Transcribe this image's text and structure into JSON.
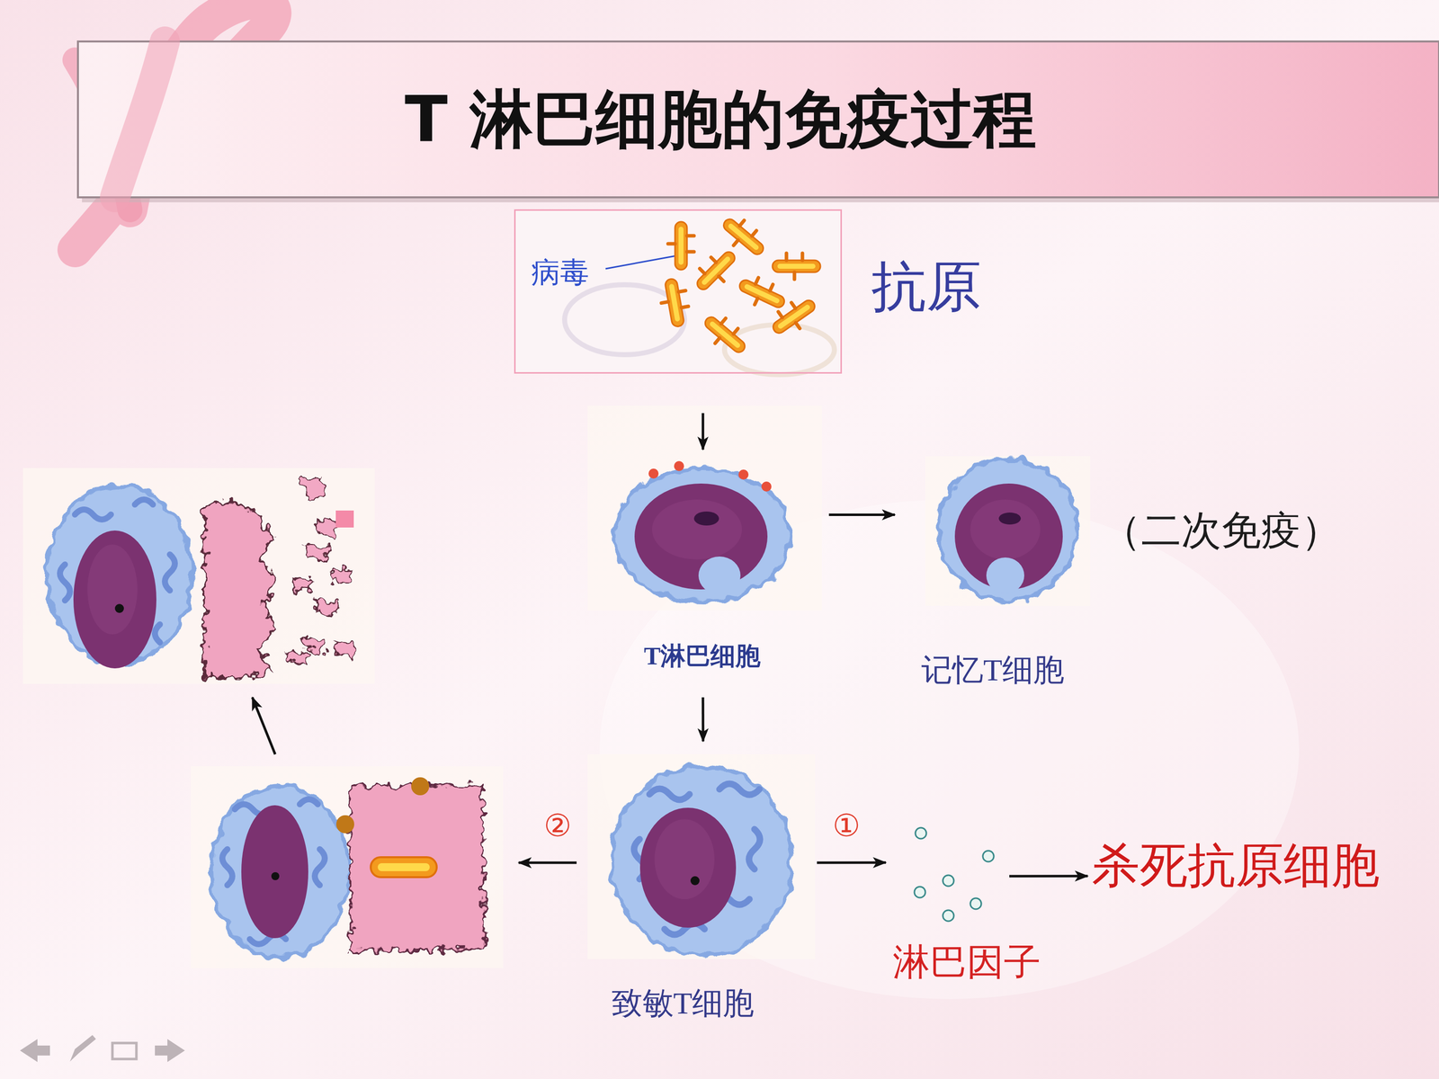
{
  "diagram": {
    "title": "T 淋巴细胞的免疫过程",
    "nodes": [
      {
        "text": [
          "病毒",
          "抗原"
        ]
      },
      {
        "text": []
      },
      {
        "text": [
          "T淋巴细胞"
        ]
      },
      {
        "text": [
          "记忆T细胞",
          "（二次免疫）"
        ]
      },
      {
        "text": []
      },
      {
        "text": [
          "致敏T细胞"
        ]
      },
      {
        "text": [
          "淋巴因子"
        ]
      },
      {
        "text": [
          "杀死抗原细胞"
        ]
      }
    ],
    "edges": [
      {
        "from": 0,
        "to": 2,
        "arrow": "to"
      },
      {
        "from": 2,
        "to": 3,
        "arrow": "to"
      },
      {
        "from": 2,
        "to": 5,
        "arrow": "to"
      },
      {
        "from": 5,
        "to": 6,
        "label": "①",
        "arrow": "to"
      },
      {
        "from": 6,
        "to": 7,
        "arrow": "to"
      },
      {
        "from": 5,
        "to": 4,
        "label": "②",
        "arrow": "to"
      },
      {
        "from": 4,
        "to": 1,
        "arrow": "to"
      }
    ]
  }
}
